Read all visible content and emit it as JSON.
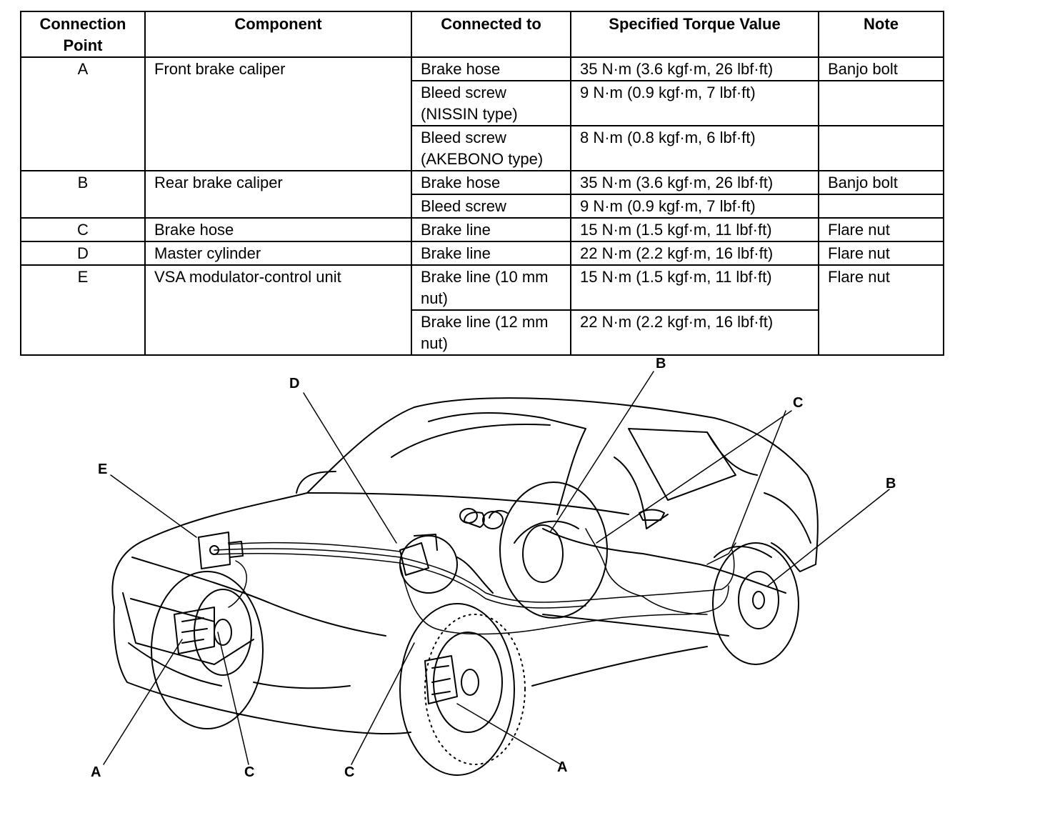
{
  "table": {
    "headers": {
      "connection_point": "Connection Point",
      "component": "Component",
      "connected_to": "Connected to",
      "torque": "Specified Torque Value",
      "note": "Note"
    },
    "rows": [
      {
        "point": "A",
        "component": "Front brake caliper",
        "connected_to": "Brake hose",
        "torque": "35 N·m (3.6 kgf·m, 26 lbf·ft)",
        "note": "Banjo bolt"
      },
      {
        "point": "",
        "component": "",
        "connected_to": "Bleed screw (NISSIN type)",
        "torque": "9 N·m (0.9 kgf·m, 7 lbf·ft)",
        "note": ""
      },
      {
        "point": "",
        "component": "",
        "connected_to": "Bleed screw (AKEBONO type)",
        "torque": "8 N·m (0.8 kgf·m, 6 lbf·ft)",
        "note": ""
      },
      {
        "point": "B",
        "component": "Rear brake caliper",
        "connected_to": "Brake hose",
        "torque": "35 N·m (3.6 kgf·m, 26 lbf·ft)",
        "note": "Banjo bolt"
      },
      {
        "point": "",
        "component": "",
        "connected_to": "Bleed screw",
        "torque": "9 N·m (0.9 kgf·m, 7 lbf·ft)",
        "note": ""
      },
      {
        "point": "C",
        "component": "Brake hose",
        "connected_to": "Brake line",
        "torque": "15 N·m (1.5 kgf·m, 11 lbf·ft)",
        "note": "Flare nut"
      },
      {
        "point": "D",
        "component": "Master cylinder",
        "connected_to": "Brake line",
        "torque": "22 N·m (2.2 kgf·m, 16 lbf·ft)",
        "note": "Flare nut"
      },
      {
        "point": "E",
        "component": "VSA modulator-control unit",
        "connected_to": "Brake line (10 mm nut)",
        "torque": "15 N·m (1.5 kgf·m, 11 lbf·ft)",
        "note": "Flare nut"
      },
      {
        "point": "",
        "component": "",
        "connected_to": "Brake line (12 mm nut)",
        "torque": "22 N·m (2.2 kgf·m, 16 lbf·ft)",
        "note": ""
      }
    ]
  },
  "callouts": {
    "d": "D",
    "e": "E",
    "b_front": "B",
    "c_rear": "C",
    "b_rear": "B",
    "a_front_left": "A",
    "c_front_left": "C",
    "c_front_right": "C",
    "a_front_right": "A"
  }
}
